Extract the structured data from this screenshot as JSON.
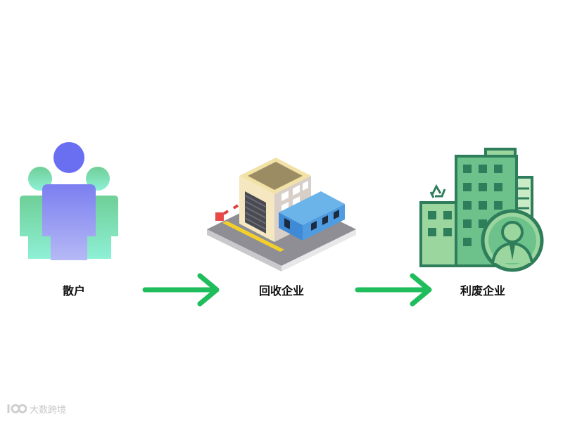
{
  "flow": {
    "nodes": [
      {
        "label": "散户",
        "icon": "people-group-icon"
      },
      {
        "label": "回收企业",
        "icon": "recycling-factory-icon"
      },
      {
        "label": "利废企业",
        "icon": "green-enterprise-building-icon"
      }
    ],
    "arrow_color": "#1fbd5c"
  },
  "watermark": {
    "text": "大数跨境"
  }
}
